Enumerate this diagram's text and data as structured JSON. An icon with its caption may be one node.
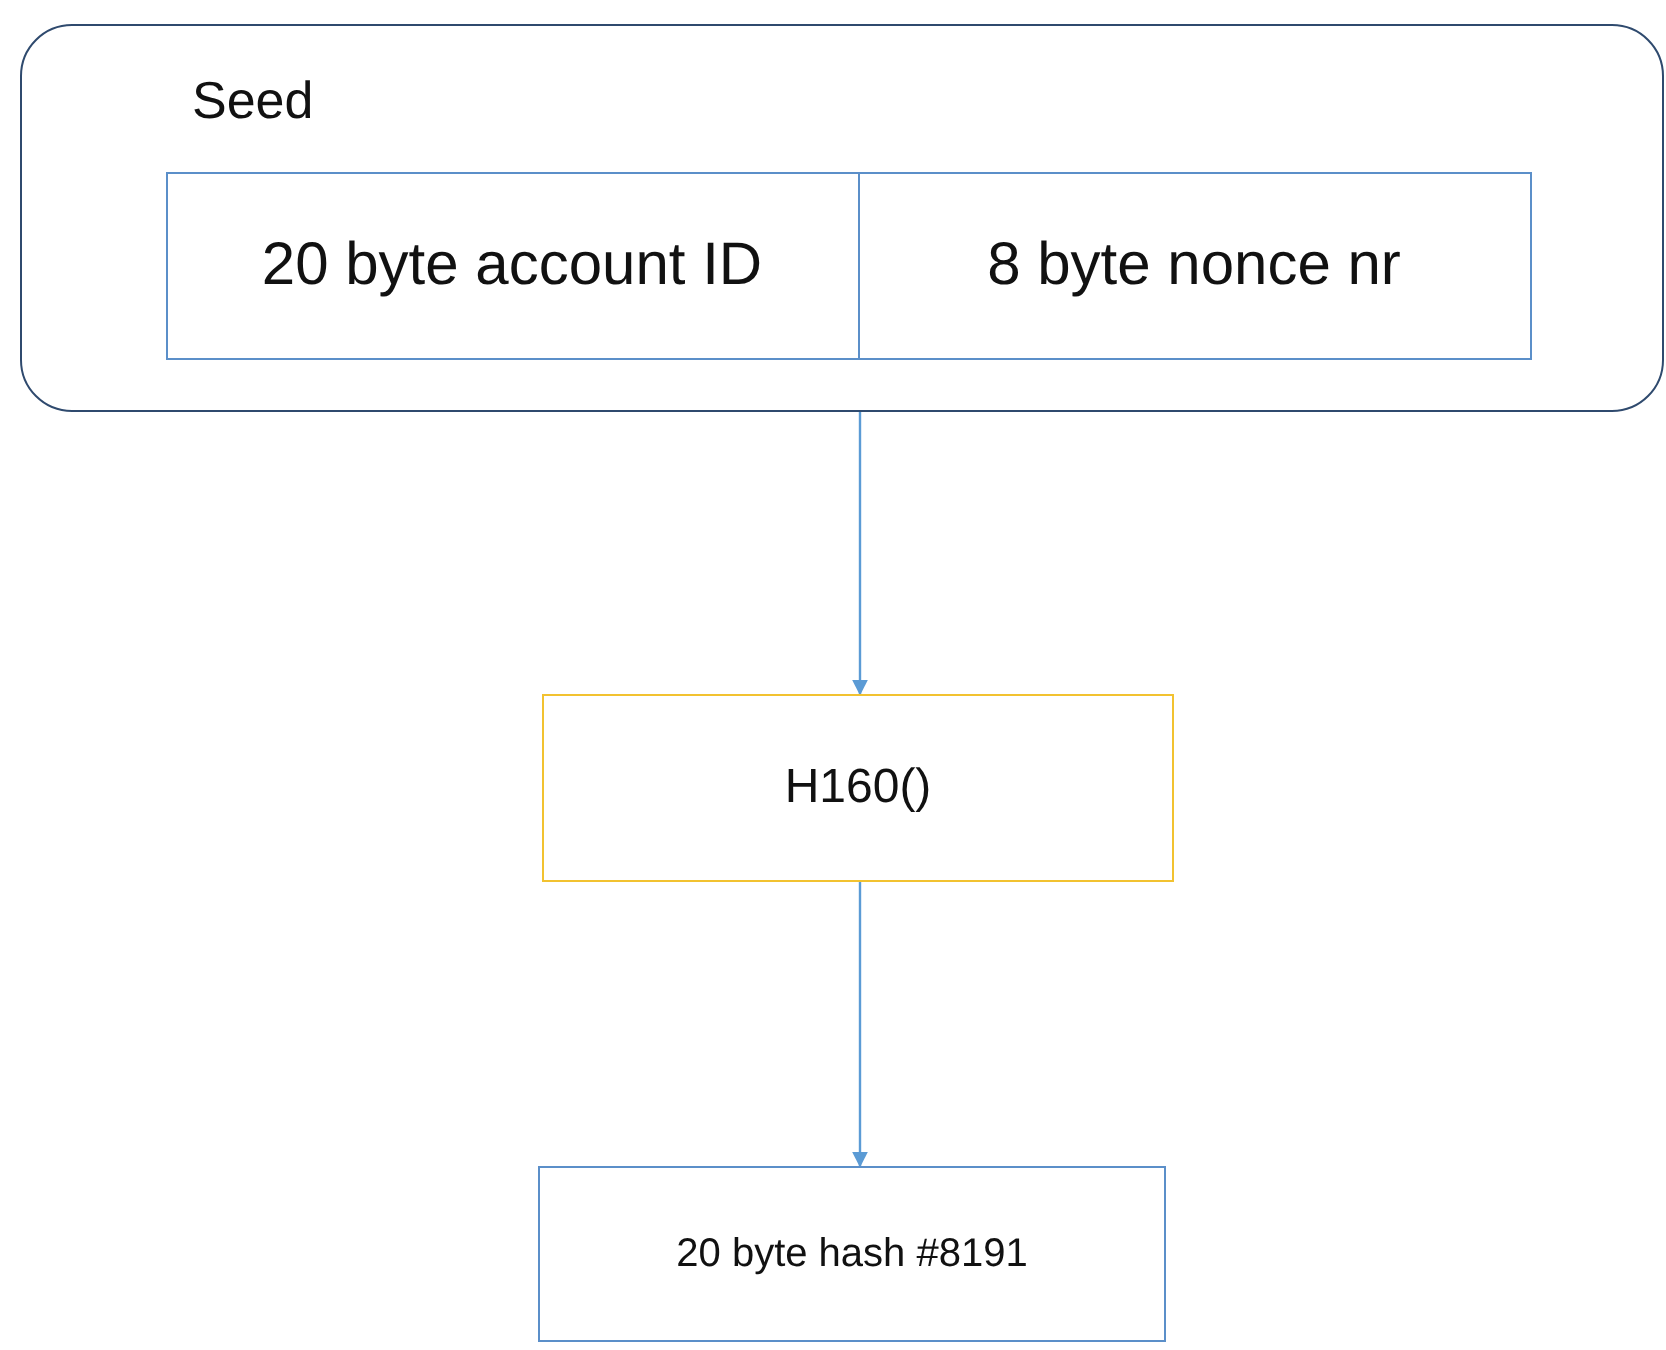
{
  "diagram": {
    "nodes": [
      {
        "text": [
          "Seed"
        ]
      },
      {
        "text": [
          "20 byte account ID"
        ],
        "in": 0
      },
      {
        "text": [
          "8 byte nonce nr"
        ],
        "in": 0
      },
      {
        "text": [
          "H160()"
        ]
      },
      {
        "text": [
          "20 byte hash #8191"
        ]
      }
    ],
    "edges": [
      {
        "from": 0,
        "to": 3,
        "arrow": "to"
      },
      {
        "from": 3,
        "to": 4,
        "arrow": "to"
      }
    ]
  }
}
